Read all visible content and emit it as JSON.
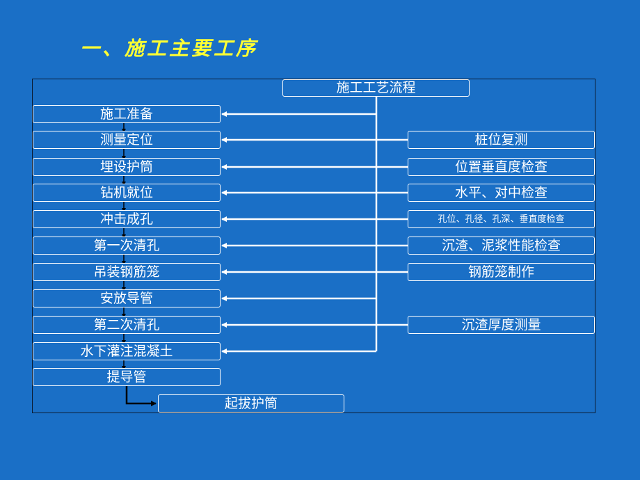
{
  "title": "一、施工主要工序",
  "header_box": "施工工艺流程",
  "steps": [
    "施工准备",
    "测量定位",
    "埋设护筒",
    "钻机就位",
    "冲击成孔",
    "第一次清孔",
    "吊装钢筋笼",
    "安放导管",
    "第二次清孔",
    "水下灌注混凝土",
    "提导管"
  ],
  "final_step": "起拔护筒",
  "checks": [
    "桩位复测",
    "位置垂直度检查",
    "水平、对中检查",
    "孔位、孔径、孔深、垂直度检查",
    "沉渣、泥浆性能检查",
    "钢筋笼制作",
    "沉渣厚度测量"
  ],
  "colors": {
    "background": "#1a6fc6",
    "title": "#ffff33",
    "line": "#ffffff",
    "step_arrow": "#000000"
  }
}
